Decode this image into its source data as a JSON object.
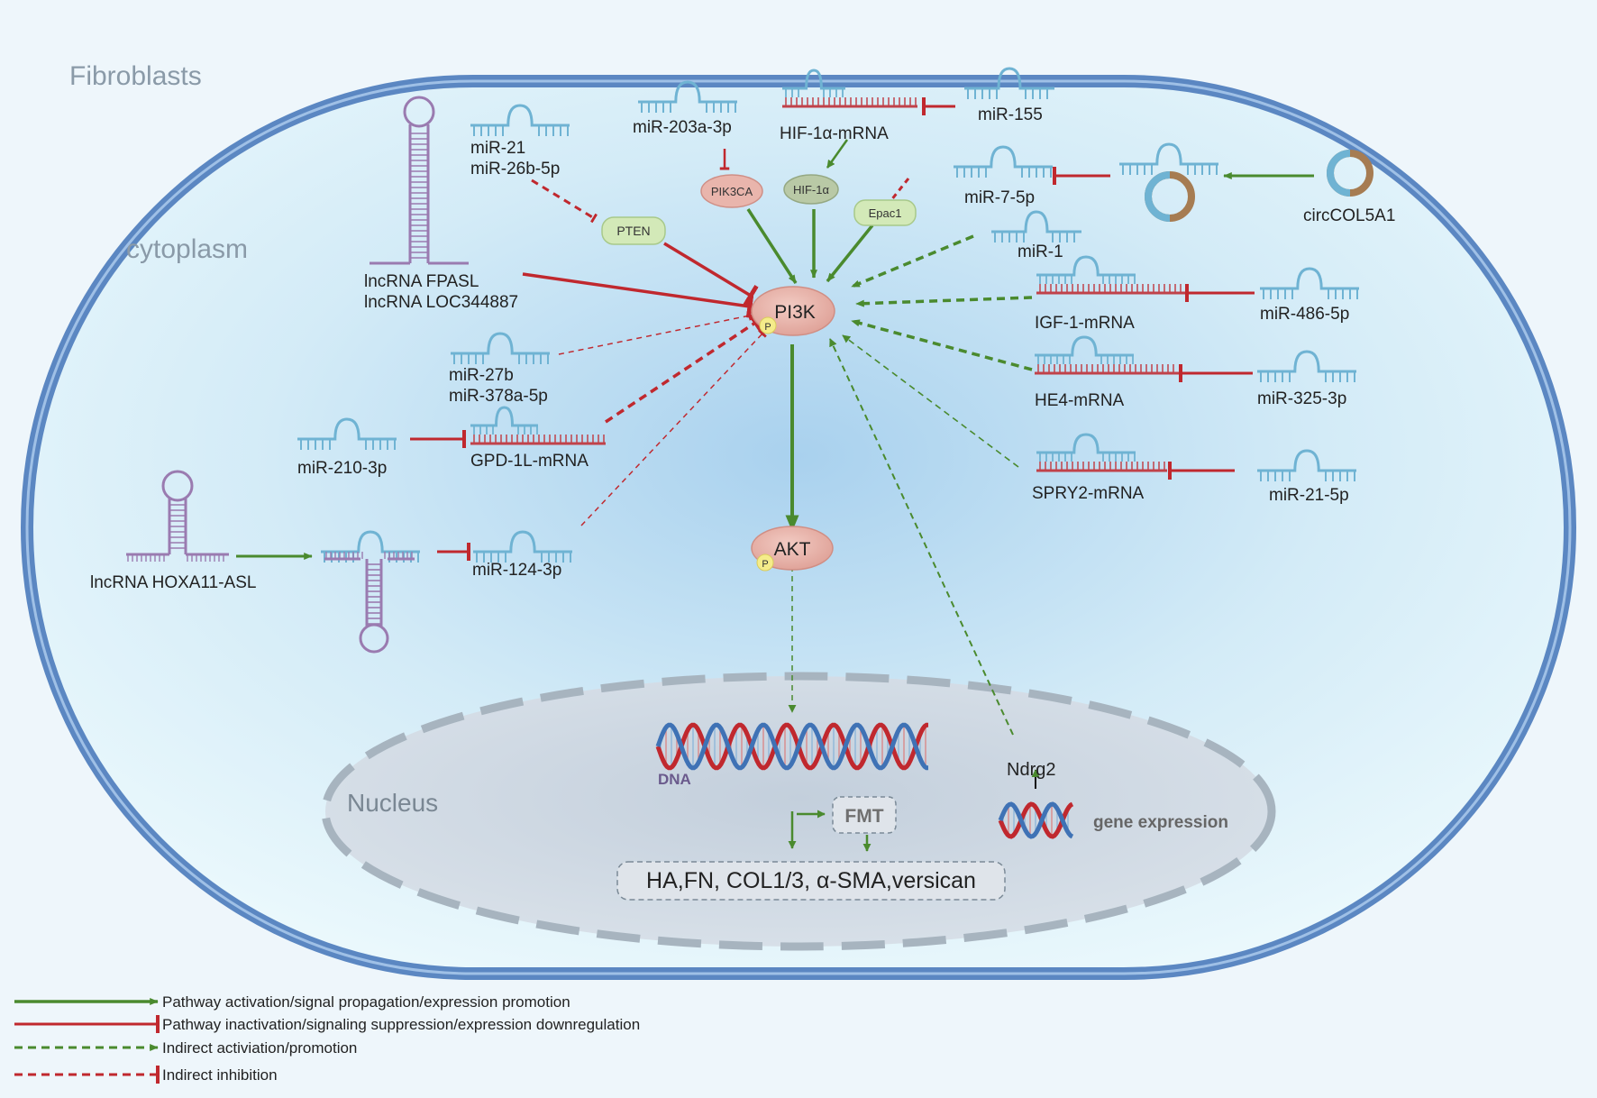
{
  "labels": {
    "fibroblasts": "Fibroblasts",
    "cytoplasm": "cytoplasm",
    "nucleus": "Nucleus",
    "dna": "DNA",
    "fmt": "FMT",
    "products": "HA,FN, COL1/3, α-SMA,versican",
    "ndrg2": "Ndrg2",
    "gene_expression": "gene expression"
  },
  "proteins": {
    "pi3k": "PI3K",
    "akt": "AKT",
    "phospho": "P",
    "pten": "PTEN",
    "pik3ca": "PIK3CA",
    "hif1a": "HIF-1α",
    "epac1": "Epac1"
  },
  "rnas": {
    "mir21": "miR-21",
    "mir26b": "miR-26b-5p",
    "mir203a": "miR-203a-3p",
    "hif1a_mrna": "HIF-1α-mRNA",
    "mir155": "miR-155",
    "mir7": "miR-7-5p",
    "circcol5a1": "circCOL5A1",
    "lnc_fpasl": "lncRNA FPASL",
    "lnc_loc": "lncRNA LOC344887",
    "mir1": "miR-1",
    "igf1": "IGF-1-mRNA",
    "mir486": "miR-486-5p",
    "mir27b": "miR-27b",
    "mir378a": "miR-378a-5p",
    "he4": "HE4-mRNA",
    "mir325": "miR-325-3p",
    "mir210": "miR-210-3p",
    "gpd1l": "GPD-1L-mRNA",
    "spry2": "SPRY2-mRNA",
    "mir21_5p": "miR-21-5p",
    "lnc_hoxa11": "lncRNA HOXA11-ASL",
    "mir124": "miR-124-3p"
  },
  "legend": {
    "activation": "Pathway activation/signal propagation/expression promotion",
    "inactivation": "Pathway inactivation/signaling suppression/expression downregulation",
    "indirect_activation": "Indirect activiation/promotion",
    "indirect_inhibition": "Indirect inhibition"
  },
  "colors": {
    "activation": "#4a8a2e",
    "inhibition": "#c0282e",
    "mirna": "#6fb3d3",
    "mrna": "#c0424a",
    "lncrna": "#9a7bb0",
    "membrane": "#5b87c2",
    "protein": "#e9b5ac",
    "pten": "#d3e9b8",
    "hif": "#b9c9a6"
  }
}
